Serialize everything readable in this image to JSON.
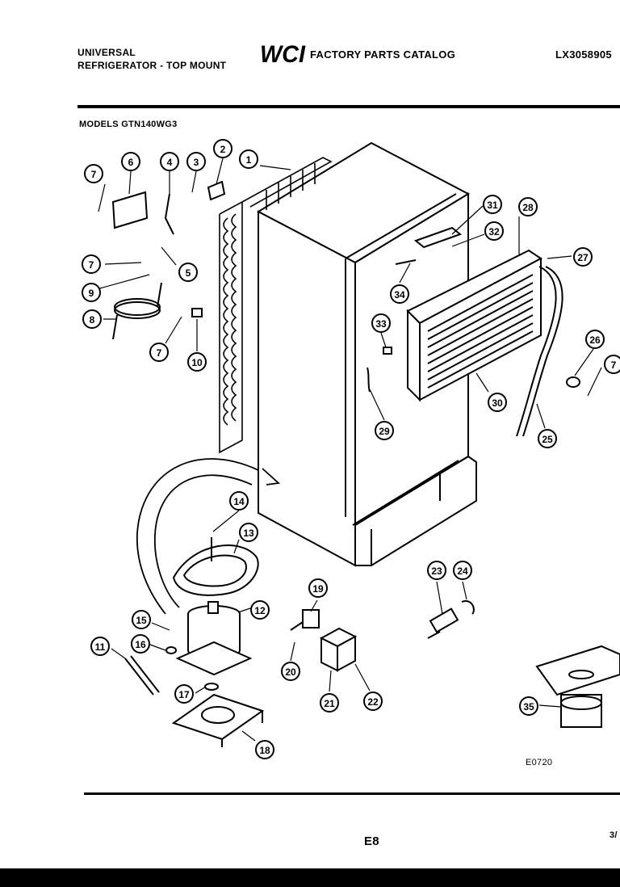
{
  "header": {
    "brand_line1": "UNIVERSAL",
    "brand_line2": "REFRIGERATOR - TOP MOUNT",
    "logo_text": "WCI",
    "catalog_title": "FACTORY PARTS CATALOG",
    "catalog_number": "LX3058905",
    "models_label": "MODELS GTN140WG3"
  },
  "diagram": {
    "figure_code": "E0720",
    "callouts": [
      "1",
      "2",
      "3",
      "4",
      "5",
      "6",
      "7",
      "7",
      "7",
      "7",
      "8",
      "9",
      "10",
      "11",
      "12",
      "13",
      "14",
      "15",
      "16",
      "17",
      "18",
      "19",
      "20",
      "21",
      "22",
      "23",
      "24",
      "25",
      "26",
      "27",
      "28",
      "29",
      "30",
      "31",
      "32",
      "33",
      "34",
      "35"
    ]
  },
  "footer": {
    "page_code": "E8",
    "page_fraction": "3/"
  },
  "colors": {
    "ink": "#000000",
    "paper": "#ffffff",
    "background": "#000000"
  }
}
